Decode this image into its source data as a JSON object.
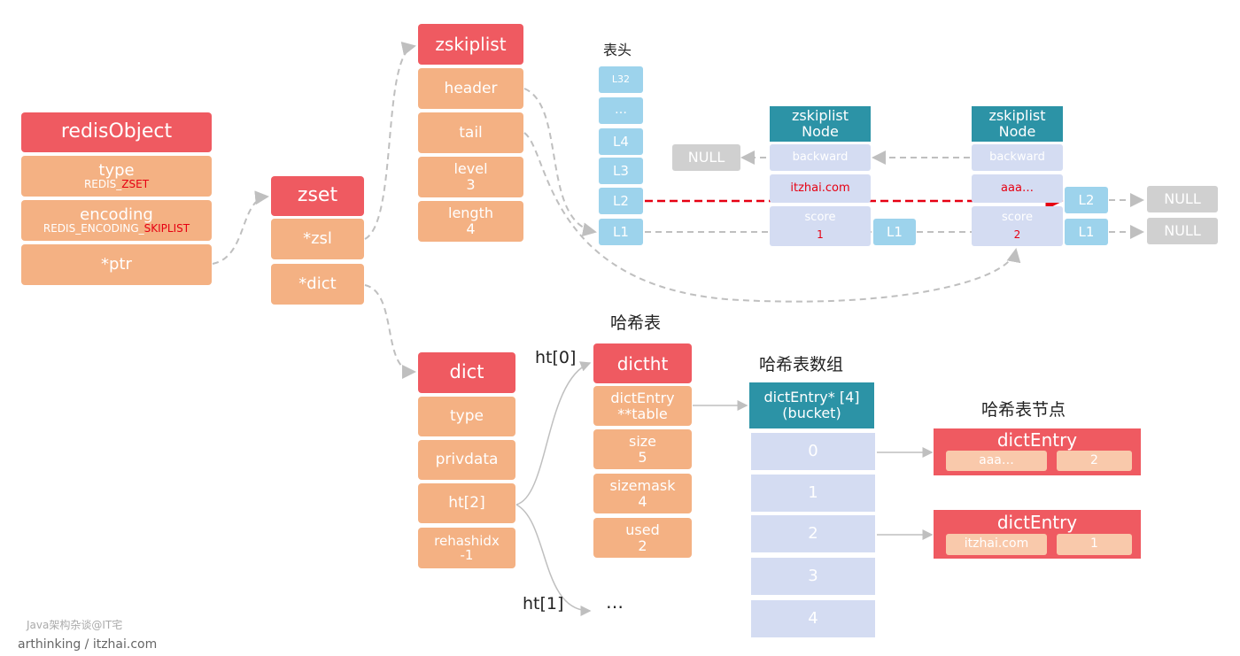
{
  "redisObject": {
    "title": "redisObject",
    "type_label": "type",
    "type_value_prefix": "REDIS_",
    "type_value_hl": "ZSET",
    "encoding_label": "encoding",
    "encoding_value_prefix": "REDIS_ENCODING_",
    "encoding_value_hl": "SKIPLIST",
    "ptr": "*ptr"
  },
  "zset": {
    "title": "zset",
    "zsl": "*zsl",
    "dict": "*dict"
  },
  "zskiplist": {
    "title": "zskiplist",
    "header": "header",
    "tail": "tail",
    "level_label": "level",
    "level_value": "3",
    "length_label": "length",
    "length_value": "4"
  },
  "header_label": "表头",
  "levels": [
    "L32",
    "…",
    "L4",
    "L3",
    "L2",
    "L1"
  ],
  "null_label": "NULL",
  "node1": {
    "title1": "zskiplist",
    "title2": "Node",
    "backward": "backward",
    "ele": "itzhai.com",
    "score_label": "score",
    "score_value": "1",
    "l1": "L1"
  },
  "node2": {
    "title1": "zskiplist",
    "title2": "Node",
    "backward": "backward",
    "ele": "aaa…",
    "score_label": "score",
    "score_value": "2",
    "l1": "L1",
    "l2": "L2"
  },
  "dict": {
    "title": "dict",
    "type": "type",
    "privdata": "privdata",
    "ht": "ht[2]",
    "rehashidx_label": "rehashidx",
    "rehashidx_value": "-1"
  },
  "hashtable_label": "哈希表",
  "ht0_label": "ht[0]",
  "ht1_label": "ht[1]",
  "ellipsis": "…",
  "dictht": {
    "title": "dictht",
    "table1": "dictEntry",
    "table2": "**table",
    "size_label": "size",
    "size_value": "5",
    "sizemask_label": "sizemask",
    "sizemask_value": "4",
    "used_label": "used",
    "used_value": "2"
  },
  "array_label": "哈希表数组",
  "bucket": {
    "title1": "dictEntry* [4]",
    "title2": "(bucket)",
    "slots": [
      "0",
      "1",
      "2",
      "3",
      "4"
    ]
  },
  "node_label": "哈希表节点",
  "entry1": {
    "title": "dictEntry",
    "key": "aaa…",
    "value": "2"
  },
  "entry2": {
    "title": "dictEntry",
    "key": "itzhai.com",
    "value": "1"
  },
  "watermark1": "Java架构杂谈@IT宅",
  "watermark2": "arthinking / itzhai.com",
  "colors": {
    "red": "#ef5a61",
    "orange": "#f4b183",
    "blue": "#9dd3ec",
    "lavender": "#d4dcf2",
    "teal": "#2c93a6",
    "gray": "#d0d0d0",
    "accent": "#e60012"
  }
}
